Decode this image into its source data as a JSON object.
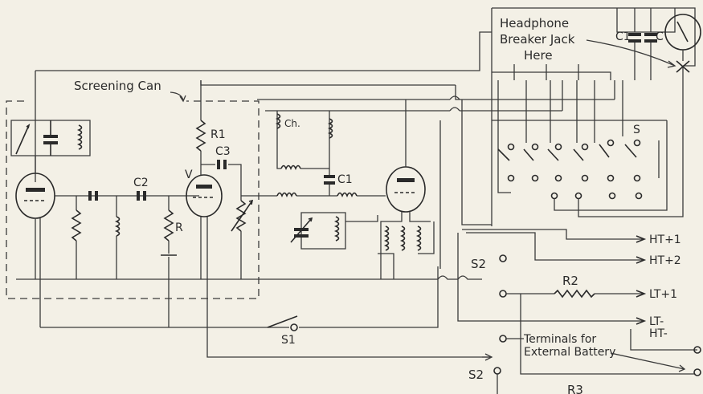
{
  "labels": {
    "screening_can": "Screening Can",
    "c2": "C2",
    "r": "R",
    "v": "V",
    "r1": "R1",
    "c3": "C3",
    "ch": "Ch.",
    "c1": "C1",
    "c": "C",
    "s": "S",
    "s1": "S1",
    "s2": "S2",
    "r2": "R2",
    "r3": "R3",
    "ht1": "HT+1",
    "ht2": "HT+2",
    "lt1": "LT+1",
    "lt_minus": "LT-",
    "ht_minus": "HT-",
    "terminals_line1": "Terminals for",
    "terminals_line2": "External Battery",
    "headphone_line1": "Headphone",
    "headphone_line2": "Breaker Jack",
    "headphone_line3": "Here"
  },
  "colors": {
    "background": "#f3f0e6",
    "ink": "#2a2a2a"
  },
  "icons": [
    "meter-icon",
    "breaker-jack-x-icon"
  ]
}
